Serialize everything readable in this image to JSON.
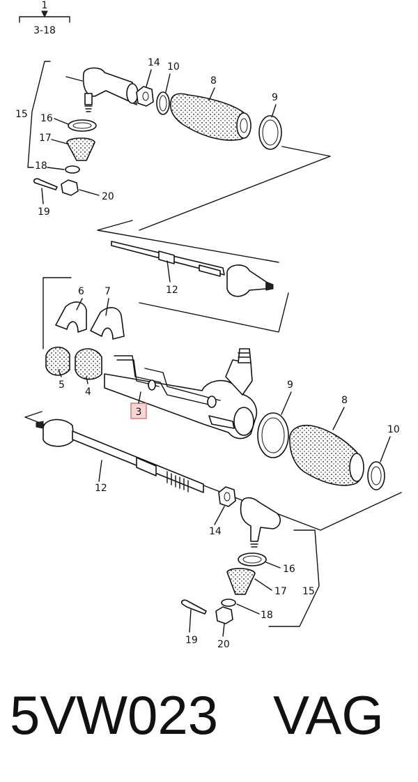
{
  "header": {
    "ref_number": "1",
    "ref_page": "3-18"
  },
  "callouts": {
    "c3": "3",
    "c4": "4",
    "c5": "5",
    "c6": "6",
    "c7": "7",
    "c8": "8",
    "c9": "9",
    "c10": "10",
    "c12": "12",
    "c14": "14",
    "c15": "15",
    "c16": "16",
    "c17": "17",
    "c18": "18",
    "c19": "19",
    "c20": "20"
  },
  "footer": {
    "part_code": "5VW023",
    "brand": "VAG"
  },
  "colors": {
    "ink": "#111111",
    "highlight_fill": "#f7d6d6",
    "highlight_border": "#d06060"
  }
}
